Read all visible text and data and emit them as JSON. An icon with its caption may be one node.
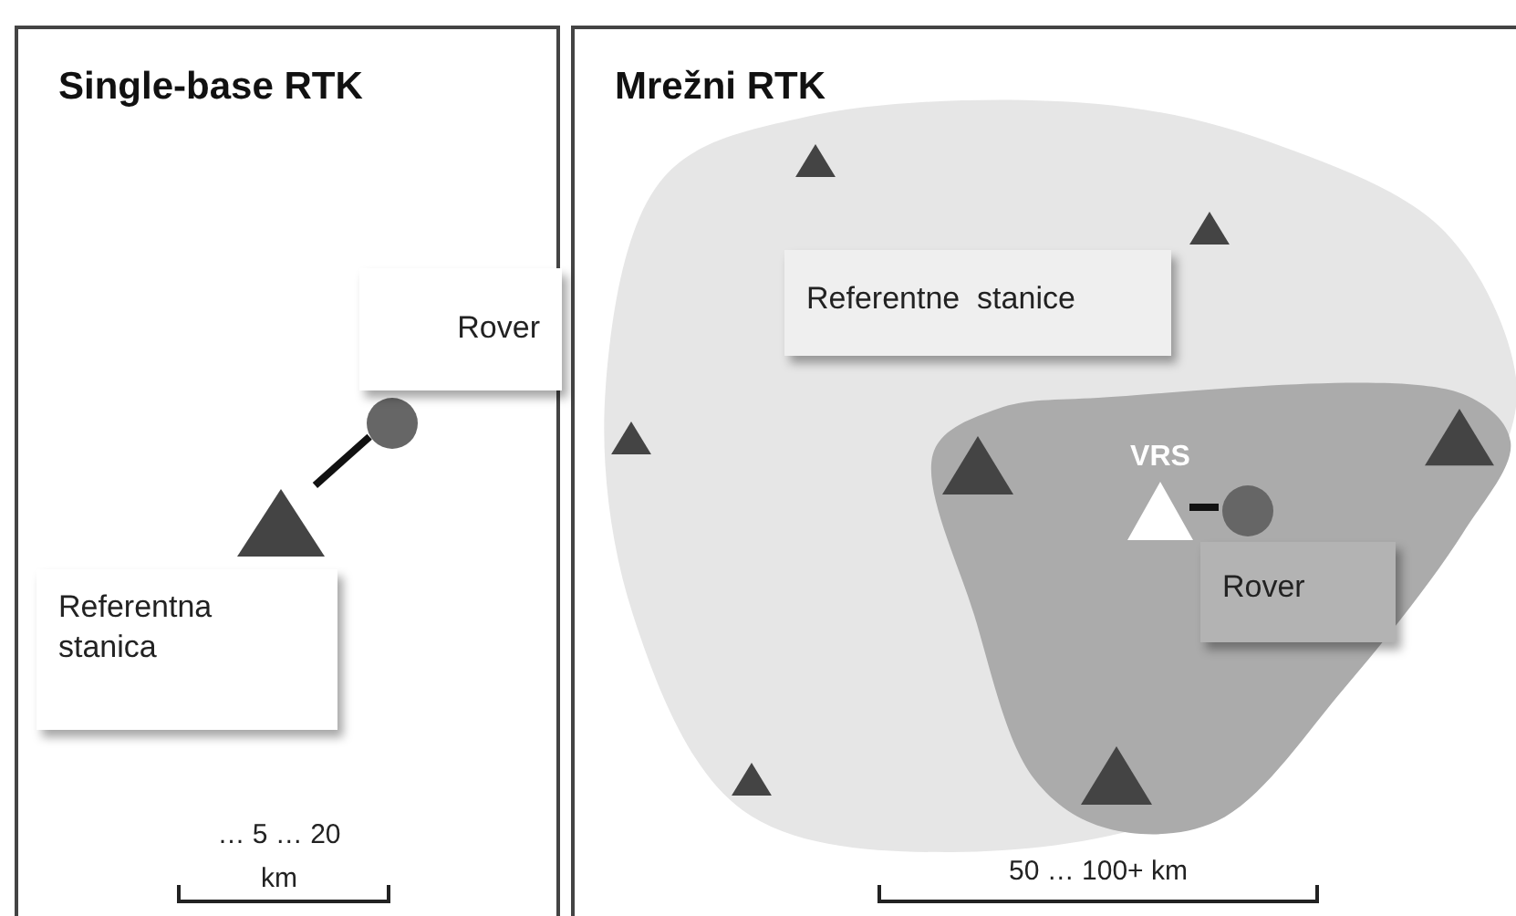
{
  "diagram": {
    "nodes": [
      {
        "text": [
          "Single-base RTK"
        ]
      },
      {
        "text": [
          "Rover"
        ],
        "in": 0
      },
      {
        "text": [],
        "shape": "circle",
        "in": 0
      },
      {
        "text": [],
        "shape": "triangle",
        "in": 0
      },
      {
        "text": [
          "Referentna stanica"
        ],
        "in": 0
      },
      {
        "text": [
          "Mrežni RTK"
        ]
      },
      {
        "text": [],
        "shape": "blob",
        "in": 5
      },
      {
        "text": [
          "Referentne  stanice"
        ],
        "in": 6
      },
      {
        "text": [],
        "shape": "blob",
        "in": 6
      },
      {
        "text": [],
        "shape": "triangle",
        "in": 8,
        "beside": [
          "VRS"
        ]
      },
      {
        "text": [],
        "shape": "circle",
        "in": 8
      },
      {
        "text": [
          "Rover"
        ],
        "in": 8
      }
    ],
    "edges": [
      {
        "from": 2,
        "to": 3,
        "arrow": "none"
      },
      {
        "from": 9,
        "to": 10,
        "arrow": "none"
      }
    ],
    "labels": [
      "… 5 … 20",
      "km",
      "50 … 100+ km"
    ]
  }
}
